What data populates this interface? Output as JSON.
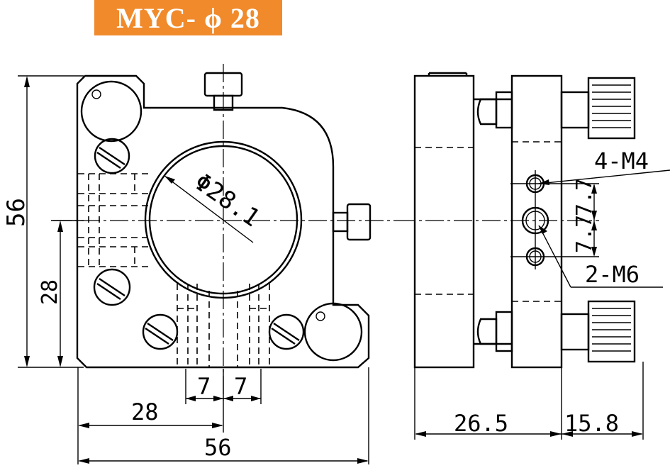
{
  "title": "MYC- ϕ 28",
  "colors": {
    "title_bg": "#f08a2b",
    "title_text": "#ffffff",
    "line": "#000000"
  },
  "labels": {
    "clear_aperture": "Φ28.1",
    "height_total": "56",
    "height_center": "28",
    "width_center": "28",
    "width_total": "56",
    "hole_spacing_left": "7",
    "hole_spacing_right": "7",
    "vertical_spacing_top": "7.7",
    "vertical_spacing_bottom": "7.7",
    "thread_small": "4-M4",
    "thread_large": "2-M6",
    "depth_body": "26.5",
    "depth_knob": "15.8"
  }
}
